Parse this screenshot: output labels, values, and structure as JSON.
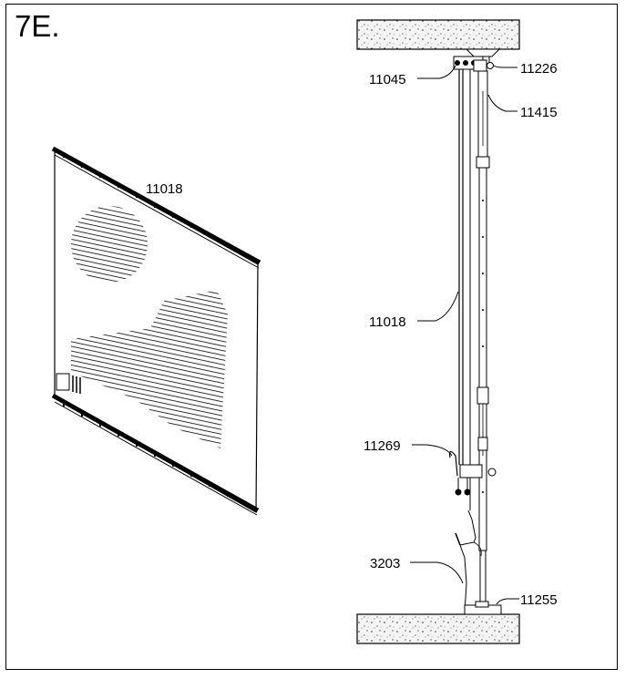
{
  "figure": {
    "id": "7E."
  },
  "callouts": {
    "screen_left": "11018",
    "bracket_top": "11045",
    "top_clip": "11226",
    "pole": "11415",
    "screen_side": "11018",
    "clamp": "11269",
    "cord": "3203",
    "base_plate": "11255"
  }
}
